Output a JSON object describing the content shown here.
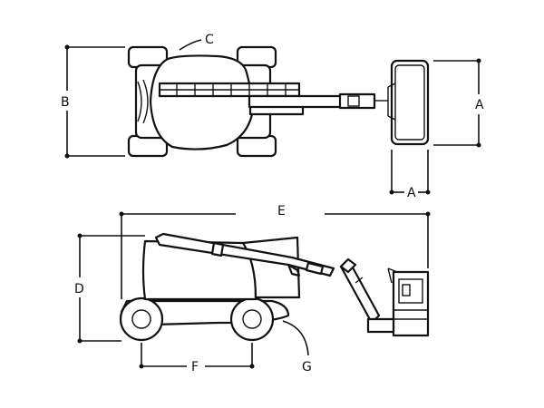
{
  "labels": {
    "A_top": "A",
    "A_bottom": "A",
    "B": "B",
    "C": "C",
    "D": "D",
    "E": "E",
    "F": "F",
    "G": "G"
  },
  "colors": {
    "ink": "#111111",
    "background": "#ffffff"
  }
}
